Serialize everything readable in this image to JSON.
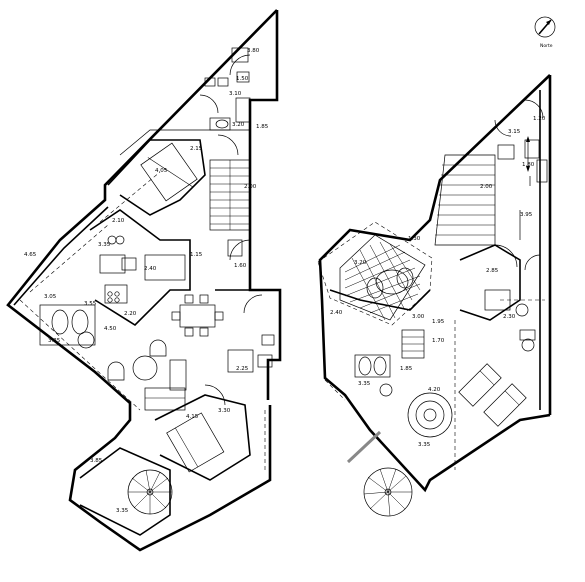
{
  "north_label": "Norte",
  "left_plan": {
    "dimensions": [
      {
        "text": "3.80"
      },
      {
        "text": "1.50"
      },
      {
        "text": "3.10"
      },
      {
        "text": "3.20"
      },
      {
        "text": "1.85"
      },
      {
        "text": "2.15"
      },
      {
        "text": "4.05"
      },
      {
        "text": "2.00"
      },
      {
        "text": "2.10"
      },
      {
        "text": "4.65"
      },
      {
        "text": "3.35"
      },
      {
        "text": "2.40"
      },
      {
        "text": "1.15"
      },
      {
        "text": "1.60"
      },
      {
        "text": "3.05"
      },
      {
        "text": "3.55"
      },
      {
        "text": "2.20"
      },
      {
        "text": "4.50"
      },
      {
        "text": "3.35"
      },
      {
        "text": "2.25"
      },
      {
        "text": "4.15"
      },
      {
        "text": "3.30"
      },
      {
        "text": "3.85"
      },
      {
        "text": "3.35"
      }
    ]
  },
  "right_plan": {
    "dimensions": [
      {
        "text": "1.20"
      },
      {
        "text": "3.15"
      },
      {
        "text": "1.80"
      },
      {
        "text": "2.00"
      },
      {
        "text": "3.95"
      },
      {
        "text": "1.30"
      },
      {
        "text": "3.20"
      },
      {
        "text": "2.85"
      },
      {
        "text": "2.40"
      },
      {
        "text": "3.00"
      },
      {
        "text": "1.95"
      },
      {
        "text": "2.30"
      },
      {
        "text": "1.70"
      },
      {
        "text": "3.35"
      },
      {
        "text": "1.85"
      },
      {
        "text": "4.20"
      },
      {
        "text": "3.35"
      }
    ]
  }
}
